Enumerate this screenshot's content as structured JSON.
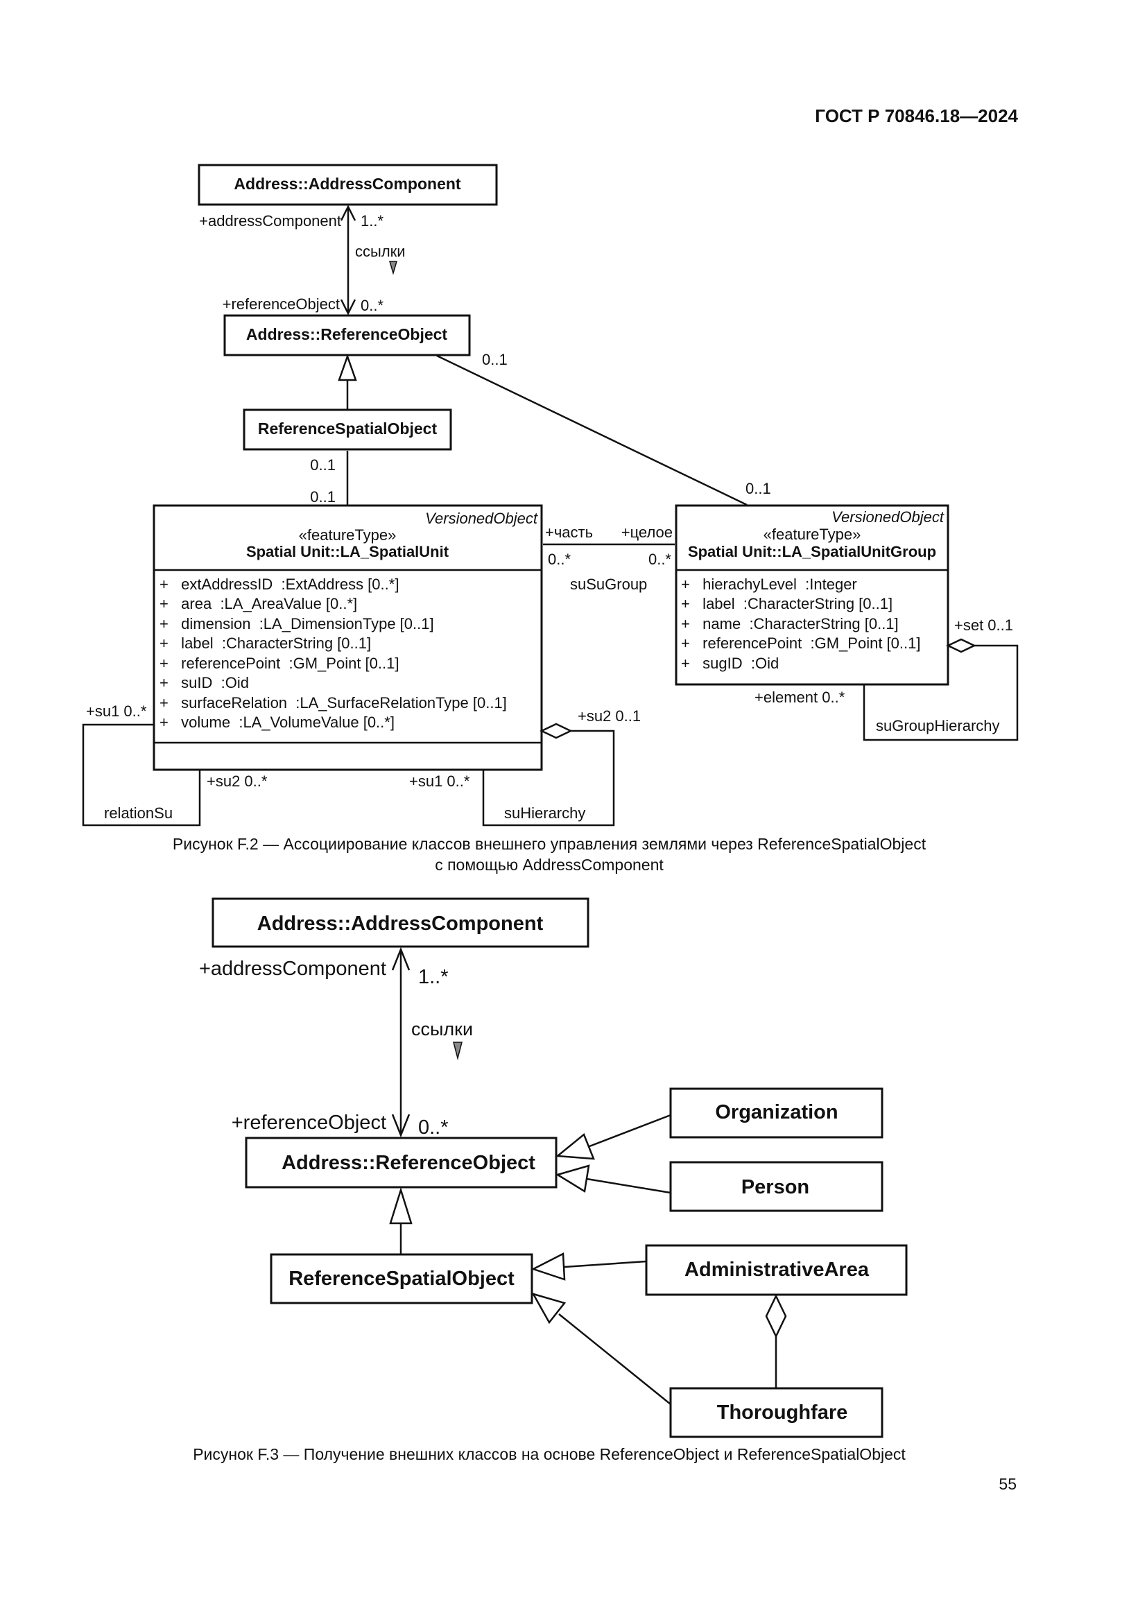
{
  "header": {
    "standard": "ГОСТ Р 70846.18—2024"
  },
  "fig2": {
    "address_component": "Address::AddressComponent",
    "reference_object": "Address::ReferenceObject",
    "reference_spatial_object": "ReferenceSpatialObject",
    "role_address_component": "+addressComponent",
    "mult_1_many": "1..*",
    "assoc_refs": "ссылки",
    "role_reference_object": "+referenceObject",
    "mult_0_many_ref": "0..*",
    "mult_refobj_group": "0..1",
    "mult_rso_bottom": "0..1",
    "mult_su_top": "0..1",
    "mult_group_top": "0..1",
    "spatial_unit": {
      "parent": "VersionedObject",
      "stereotype": "«featureType»",
      "name": "Spatial Unit::LA_SpatialUnit",
      "attributes": [
        "+   extAddressID  :ExtAddress [0..*]",
        "+   area  :LA_AreaValue [0..*]",
        "+   dimension  :LA_DimensionType [0..1]",
        "+   label  :CharacterString [0..1]",
        "+   referencePoint  :GM_Point [0..1]",
        "+   suID  :Oid",
        "+   surfaceRelation  :LA_SurfaceRelationType [0..1]",
        "+   volume  :LA_VolumeValue [0..*]"
      ]
    },
    "spatial_unit_group": {
      "parent": "VersionedObject",
      "stereotype": "«featureType»",
      "name": "Spatial Unit::LA_SpatialUnitGroup",
      "attributes": [
        "+   hierachyLevel  :Integer",
        "+   label  :CharacterString [0..1]",
        "+   name  :CharacterString [0..1]",
        "+   referencePoint  :GM_Point [0..1]",
        "+   sugID  :Oid"
      ]
    },
    "role_part": "+часть",
    "role_whole": "+целое",
    "mult_part": "0..*",
    "mult_whole": "0..*",
    "assoc_susugroup": "suSuGroup",
    "role_set": "+set 0..1",
    "role_element": "+element 0..*",
    "assoc_sugrouphierarchy": "suGroupHierarchy",
    "role_su1_left": "+su1 0..*",
    "assoc_relationsu": "relationSu",
    "role_su2_bottom": "+su2 0..*",
    "role_su1_bottom": "+su1 0..*",
    "role_su2_right": "+su2 0..1",
    "assoc_suhierarchy": "suHierarchy",
    "caption_line1": "Рисунок F.2 — Ассоциирование классов внешнего управления землями через ReferenceSpatialObject",
    "caption_line2": "с помощью AddressComponent"
  },
  "fig3": {
    "address_component": "Address::AddressComponent",
    "role_address_component": "+addressComponent",
    "mult_1_many": "1..*",
    "assoc_refs": "ссылки",
    "role_reference_object": "+referenceObject",
    "mult_0_many": "0..*",
    "reference_object": "Address::ReferenceObject",
    "reference_spatial_object": "ReferenceSpatialObject",
    "organization": "Organization",
    "person": "Person",
    "administrative_area": "AdministrativeArea",
    "thoroughfare": "Thoroughfare",
    "caption": "Рисунок F.3 — Получение внешних классов на основе ReferenceObject и ReferenceSpatialObject"
  },
  "footer": {
    "page_number": "55"
  }
}
